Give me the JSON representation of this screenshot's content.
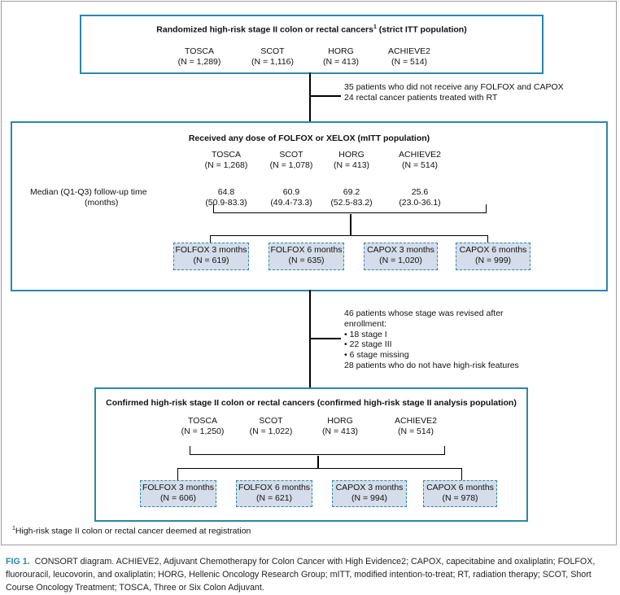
{
  "box1": {
    "title": "Randomized high-risk stage II colon or rectal cancers",
    "title_sup": "1",
    "title_suffix": " (strict ITT population)",
    "studies": [
      {
        "name": "TOSCA",
        "n": "(N = 1,289)"
      },
      {
        "name": "SCOT",
        "n": "(N = 1,116)"
      },
      {
        "name": "HORG",
        "n": "(N = 413)"
      },
      {
        "name": "ACHIEVE2",
        "n": "(N = 514)"
      }
    ]
  },
  "exclusion1": [
    "35 patients who did not receive any FOLFOX and CAPOX",
    "24 rectal cancer patients treated with RT"
  ],
  "box2": {
    "title": "Received any dose of FOLFOX or XELOX (mITT population)",
    "studies": [
      {
        "name": "TOSCA",
        "n": "(N = 1,268)",
        "median": "64.8",
        "iqr": "(50.9-83.3)"
      },
      {
        "name": "SCOT",
        "n": "(N = 1,078)",
        "median": "60.9",
        "iqr": "(49.4-73.3)"
      },
      {
        "name": "HORG",
        "n": "(N = 413)",
        "median": "69.2",
        "iqr": "(52.5-83.2)"
      },
      {
        "name": "ACHIEVE2",
        "n": "(N = 514)",
        "median": "25.6",
        "iqr": "(23.0-36.1)"
      }
    ],
    "followup_label_1": "Median  (Q1-Q3) follow-up time",
    "followup_label_2": "(months)",
    "arms": [
      {
        "label": "FOLFOX 3 months",
        "n": "(N = 619)"
      },
      {
        "label": "FOLFOX 6 months",
        "n": "(N = 635)"
      },
      {
        "label": "CAPOX 3 months",
        "n": "(N = 1,020)"
      },
      {
        "label": "CAPOX 6 months",
        "n": "(N = 999)"
      }
    ]
  },
  "exclusion2": [
    "46 patients whose stage was revised after",
    "enrollment:",
    "• 18 stage I",
    "• 22 stage III",
    "• 6 stage missing",
    "28 patients who do not have high-risk features"
  ],
  "box3": {
    "title": "Confirmed high-risk stage II colon or rectal cancers (confirmed high-risk stage II analysis population)",
    "studies": [
      {
        "name": "TOSCA",
        "n": "(N = 1,250)"
      },
      {
        "name": "SCOT",
        "n": "(N = 1,022)"
      },
      {
        "name": "HORG",
        "n": "(N = 413)"
      },
      {
        "name": "ACHIEVE2",
        "n": "(N = 514)"
      }
    ],
    "arms": [
      {
        "label": "FOLFOX 3 months",
        "n": "(N = 606)"
      },
      {
        "label": "FOLFOX 6 months",
        "n": "(N = 621)"
      },
      {
        "label": "CAPOX 3 months",
        "n": "(N = 994)"
      },
      {
        "label": "CAPOX 6 months",
        "n": "(N = 978)"
      }
    ]
  },
  "footnote": {
    "sup": "1",
    "text": "High-risk stage II colon or rectal cancer deemed at registration"
  },
  "caption": {
    "fig_label": "FIG 1.",
    "text": "CONSORT diagram. ACHIEVE2, Adjuvant Chemotherapy for Colon Cancer with High Evidence2; CAPOX, capecitabine and oxaliplatin; FOLFOX, fluorouracil, leucovorin, and oxaliplatin; HORG, Hellenic Oncology Research Group; mITT, modified intention-to-treat; RT, radiation therapy; SCOT, Short Course Oncology Treatment; TOSCA, Three or Six Colon Adjuvant."
  }
}
